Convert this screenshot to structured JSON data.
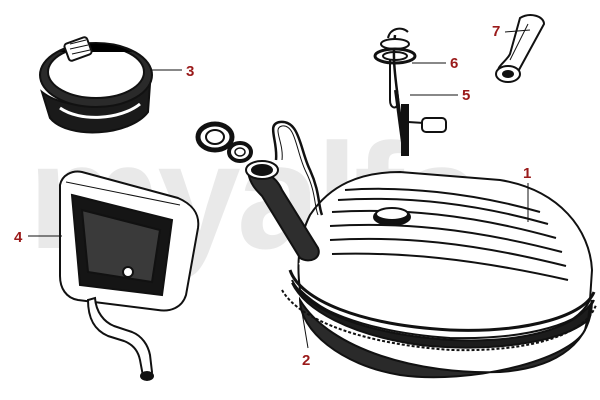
{
  "watermark": {
    "text": "myalfa",
    "color": "#e9e9e9"
  },
  "colors": {
    "ink": "#111111",
    "callout": "#9a1a1a",
    "paper": "#ffffff",
    "shade": "#3a3a3a"
  },
  "callouts": [
    {
      "number": "1",
      "part": "fuel-tank"
    },
    {
      "number": "2",
      "part": "tank-gasket"
    },
    {
      "number": "3",
      "part": "fuel-cap"
    },
    {
      "number": "4",
      "part": "filler-housing"
    },
    {
      "number": "5",
      "part": "fuel-sender"
    },
    {
      "number": "6",
      "part": "sender-seal"
    },
    {
      "number": "7",
      "part": "strap-bracket"
    }
  ]
}
